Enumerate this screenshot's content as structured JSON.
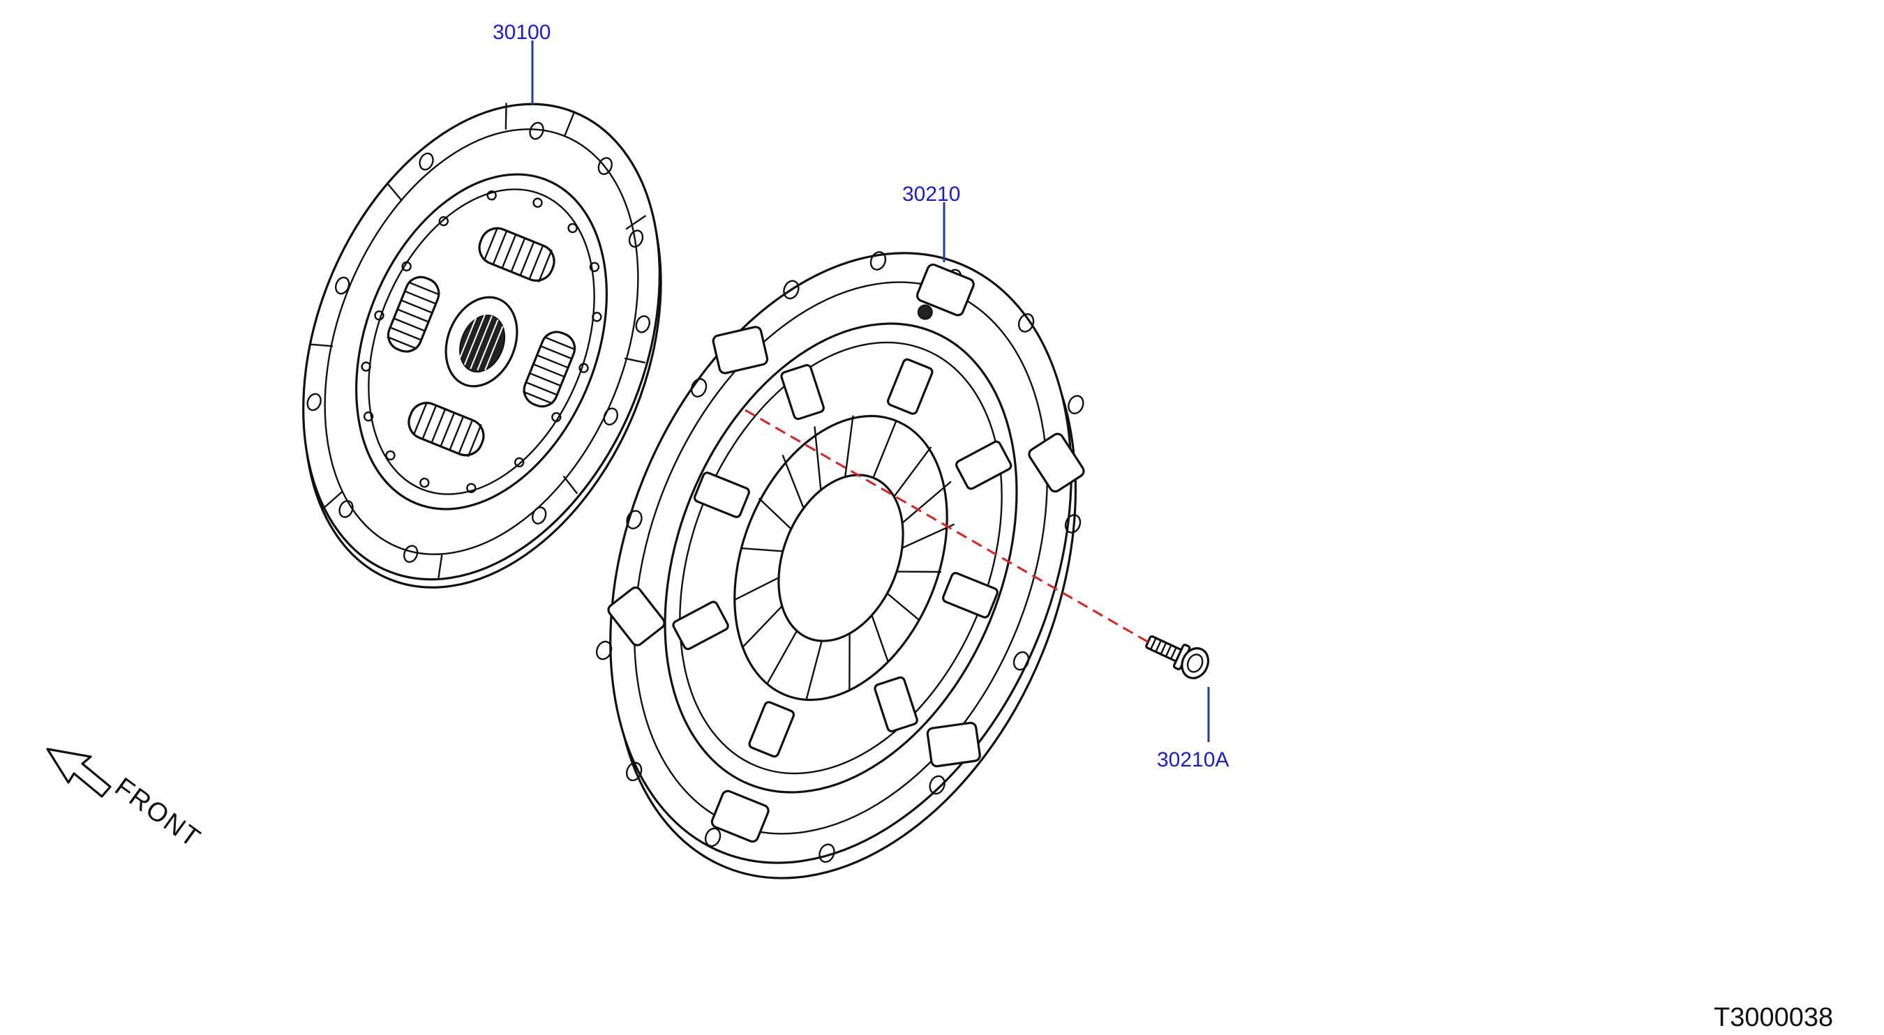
{
  "callouts": {
    "clutch_disc": "30100",
    "clutch_cover": "30210",
    "cover_bolt": "30210A"
  },
  "front_label": "FRONT",
  "drawing_code": "T3000038",
  "colors": {
    "callout_text": "#1a1ad8",
    "leader_line": "#1f3f9a",
    "center_line": "#e02020",
    "linework": "#111111"
  }
}
